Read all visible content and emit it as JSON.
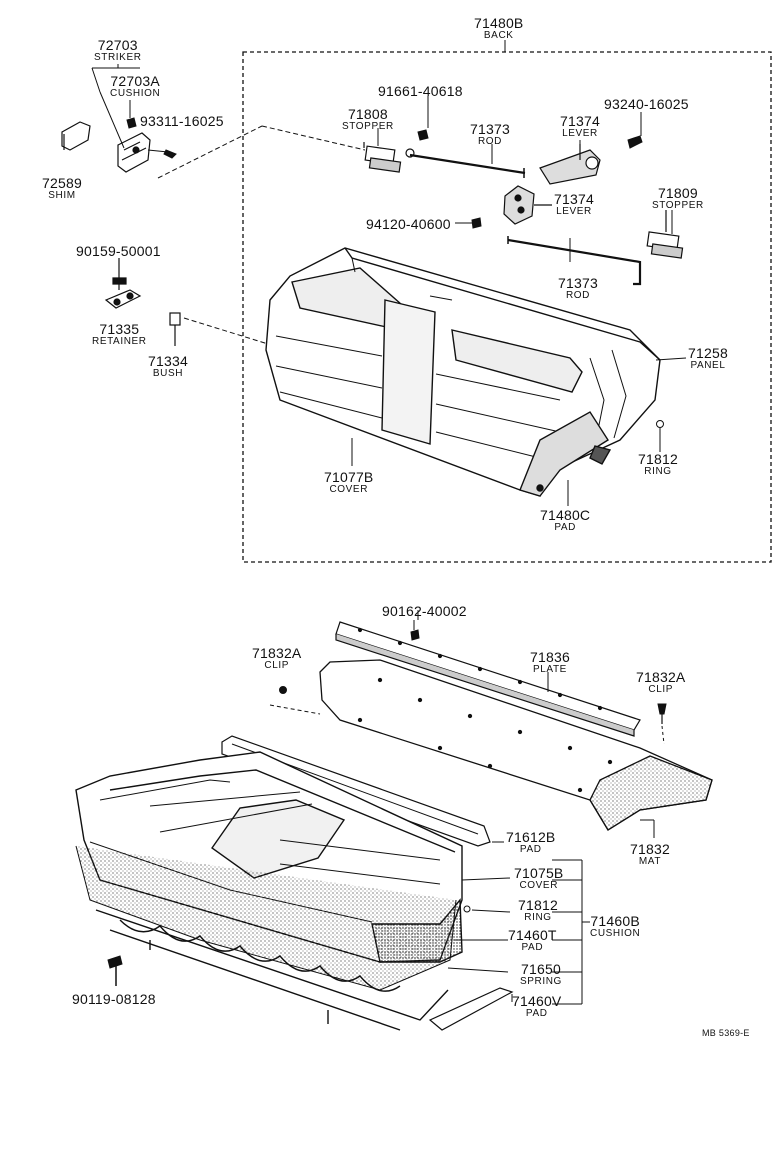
{
  "parts": {
    "back": {
      "num": "71480B",
      "name": "BACK"
    },
    "striker": {
      "num": "72703",
      "name": "STRIKER"
    },
    "cushion_a": {
      "num": "72703A",
      "name": "CUSHION"
    },
    "screw_striker": {
      "num": "93311-16025"
    },
    "shim": {
      "num": "72589",
      "name": "SHIM"
    },
    "bolt_90159": {
      "num": "90159-50001"
    },
    "retainer": {
      "num": "71335",
      "name": "RETAINER"
    },
    "bush": {
      "num": "71334",
      "name": "BUSH"
    },
    "nut_91661": {
      "num": "91661-40618"
    },
    "stopper_l": {
      "num": "71808",
      "name": "STOPPER"
    },
    "rod_upper": {
      "num": "71373",
      "name": "ROD"
    },
    "lever_upper": {
      "num": "71374",
      "name": "LEVER"
    },
    "screw_93240": {
      "num": "93240-16025"
    },
    "lever_lower": {
      "num": "71374",
      "name": "LEVER"
    },
    "nut_94120": {
      "num": "94120-40600"
    },
    "stopper_r": {
      "num": "71809",
      "name": "STOPPER"
    },
    "rod_lower": {
      "num": "71373",
      "name": "ROD"
    },
    "panel": {
      "num": "71258",
      "name": "PANEL"
    },
    "ring_back": {
      "num": "71812",
      "name": "RING"
    },
    "cover_back": {
      "num": "71077B",
      "name": "COVER"
    },
    "pad_back": {
      "num": "71480C",
      "name": "PAD"
    },
    "screw_90162": {
      "num": "90162-40002"
    },
    "clip_left": {
      "num": "71832A",
      "name": "CLIP"
    },
    "plate": {
      "num": "71836",
      "name": "PLATE"
    },
    "clip_right": {
      "num": "71832A",
      "name": "CLIP"
    },
    "pad_71612": {
      "num": "71612B",
      "name": "PAD"
    },
    "mat": {
      "num": "71832",
      "name": "MAT"
    },
    "cover_cush": {
      "num": "71075B",
      "name": "COVER"
    },
    "ring_cush": {
      "num": "71812",
      "name": "RING"
    },
    "cushion_assy": {
      "num": "71460B",
      "name": "CUSHION"
    },
    "pad_71460t": {
      "num": "71460T",
      "name": "PAD"
    },
    "spring": {
      "num": "71650",
      "name": "SPRING"
    },
    "pad_71460v": {
      "num": "71460V",
      "name": "PAD"
    },
    "bolt_90119": {
      "num": "90119-08128"
    }
  },
  "ref_code": "MB 5369-E"
}
